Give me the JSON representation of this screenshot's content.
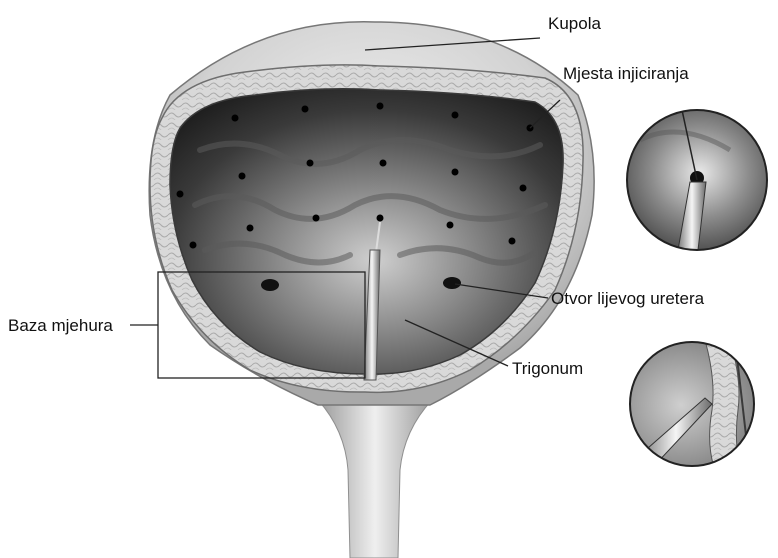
{
  "labels": {
    "dome": "Kupola",
    "injection_sites": "Mjesta injiciranja",
    "left_ureter_opening": "Otvor lijevog uretera",
    "trigone": "Trigonum",
    "bladder_base": "Baza mjehura"
  },
  "colors": {
    "background": "#ffffff",
    "wall_outer": "#c9c9c9",
    "wall_pattern": "#e6e6e6",
    "interior_dark": "#2a2a2a",
    "interior_light": "#bdbdbd",
    "leader_line": "#222222",
    "injection_dot": "#000000"
  }
}
